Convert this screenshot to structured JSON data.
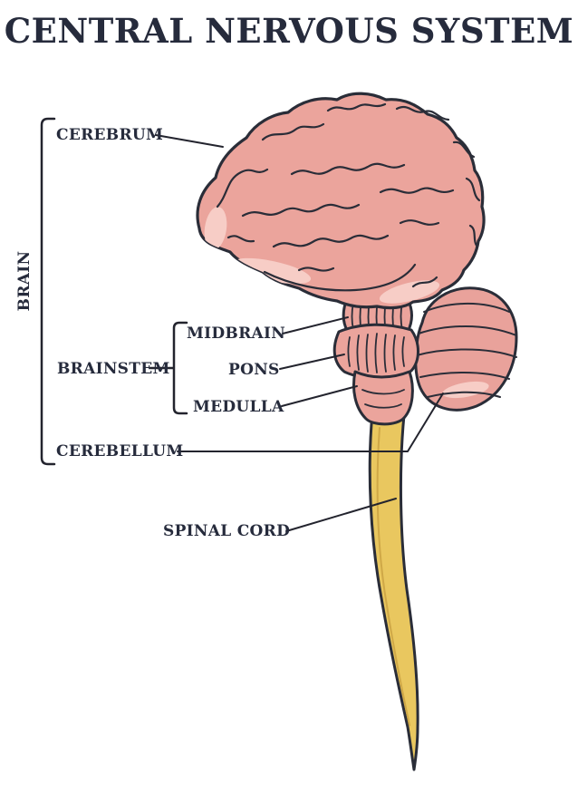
{
  "title": "CENTRAL NERVOUS SYSTEM",
  "labels": {
    "cerebrum": "CEREBRUM",
    "brain": "BRAIN",
    "midbrain": "MIDBRAIN",
    "brainstem": "BRAINSTEM",
    "pons": "PONS",
    "medulla": "MEDULLA",
    "cerebellum": "CEREBELLUM",
    "spinal_cord": "SPINAL CORD"
  },
  "colors": {
    "text": "#262b3c",
    "outline": "#2a2d38",
    "brain_fill": "#eba49c",
    "brain_highlight": "#f7cdc6",
    "spinal_cord_fill": "#e9c75f",
    "background": "#ffffff"
  }
}
